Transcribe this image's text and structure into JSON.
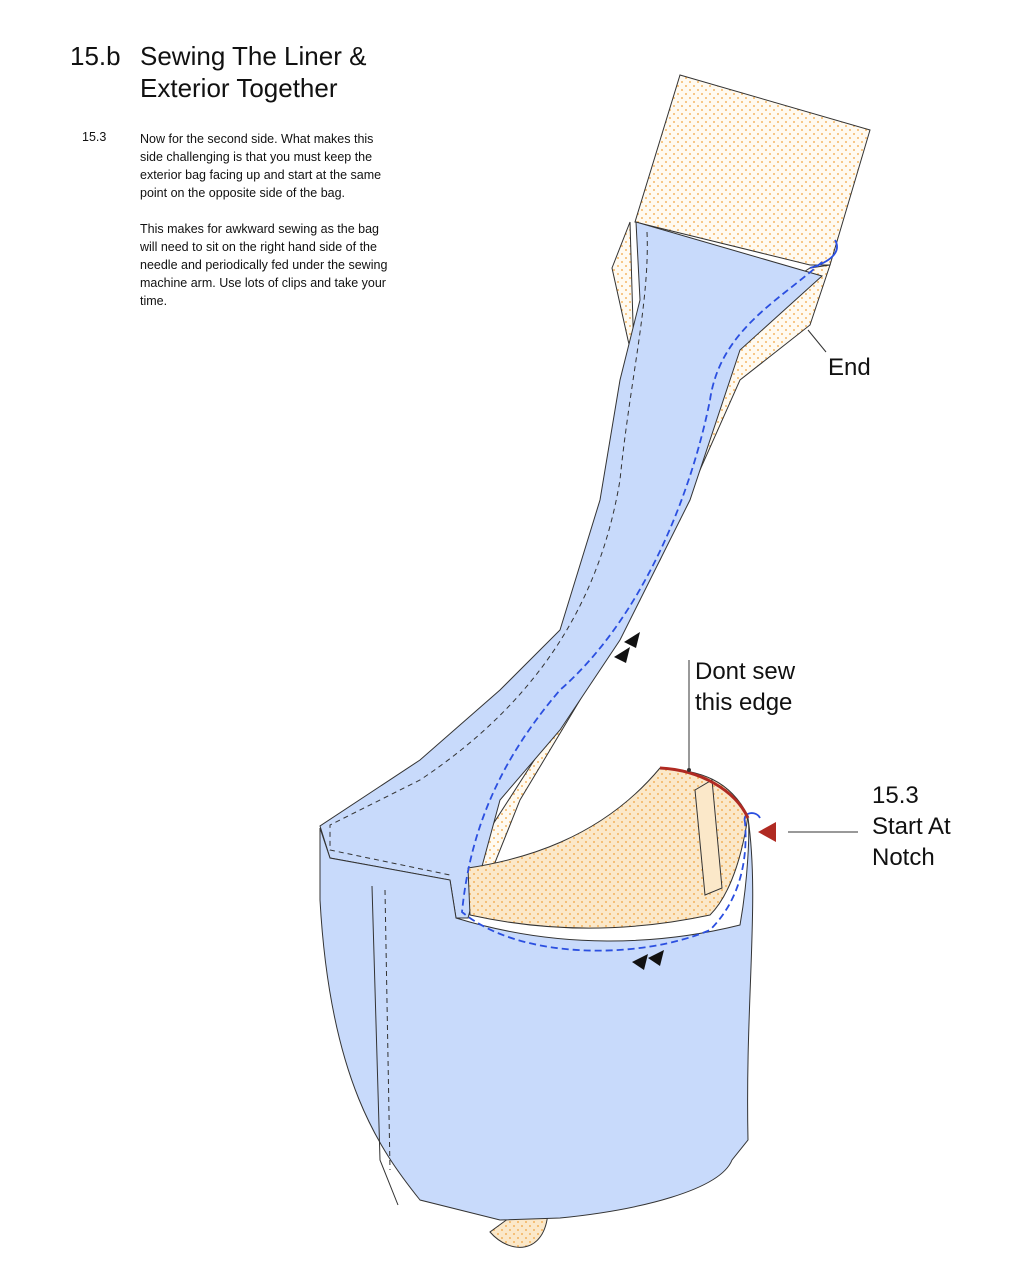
{
  "header": {
    "section_number": "15.b",
    "title": "Sewing The Liner & Exterior Together"
  },
  "step": {
    "number": "15.3",
    "paragraphs": [
      "Now for the second side. What makes this side challenging is that you must keep the exterior bag facing up and start at the same point on the opposite side of the bag.",
      "This makes for awkward sewing as the bag will need to sit on the right hand side of the needle and periodically fed under the sewing machine arm. Use lots of clips and take your time."
    ]
  },
  "callouts": {
    "end": "End",
    "dont_sew_line1": "Dont sew",
    "dont_sew_line2": "this edge",
    "start_number": "15.3",
    "start_line1": "Start At",
    "start_line2": "Notch"
  },
  "colors": {
    "exterior_fabric": "#c8dafb",
    "liner_fabric": "#fbe8c9",
    "liner_dots": "#f2a23c",
    "stitch_line": "#2b4fe0",
    "do_not_sew_edge": "#b02a22",
    "start_marker": "#b02a22",
    "outline": "#333333"
  },
  "icons": [
    "start-arrow-icon",
    "direction-arrow-icon"
  ]
}
